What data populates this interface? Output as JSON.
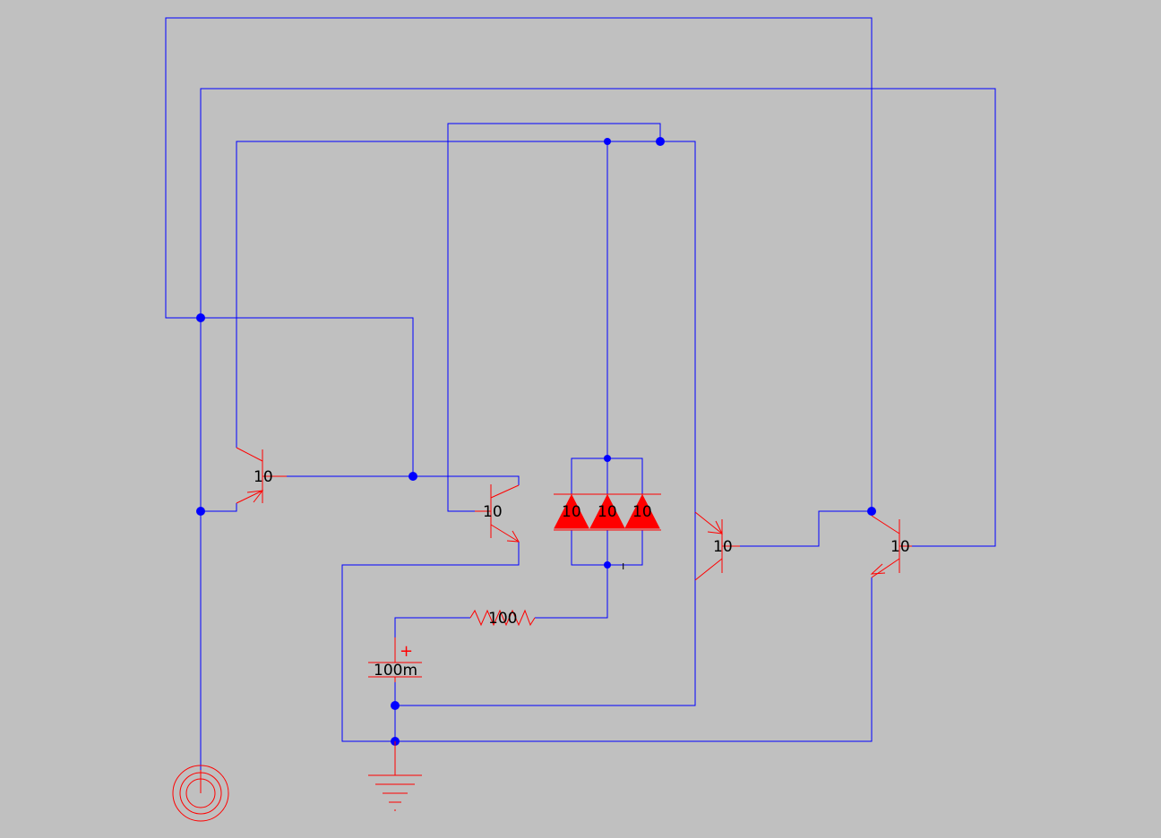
{
  "schematic": {
    "transistors": [
      {
        "id": "q1",
        "value": "10"
      },
      {
        "id": "q2",
        "value": "10"
      },
      {
        "id": "q3",
        "value": "10"
      },
      {
        "id": "q4",
        "value": "10"
      }
    ],
    "leds": [
      {
        "id": "d1",
        "value": "10"
      },
      {
        "id": "d2",
        "value": "10"
      },
      {
        "id": "d3",
        "value": "10"
      }
    ],
    "resistor": {
      "value": "100"
    },
    "capacitor": {
      "value": "100m",
      "polarity": "+"
    },
    "colors": {
      "background": "#c0c0c0",
      "wire": "#0000ff",
      "component": "#ff0000"
    }
  }
}
